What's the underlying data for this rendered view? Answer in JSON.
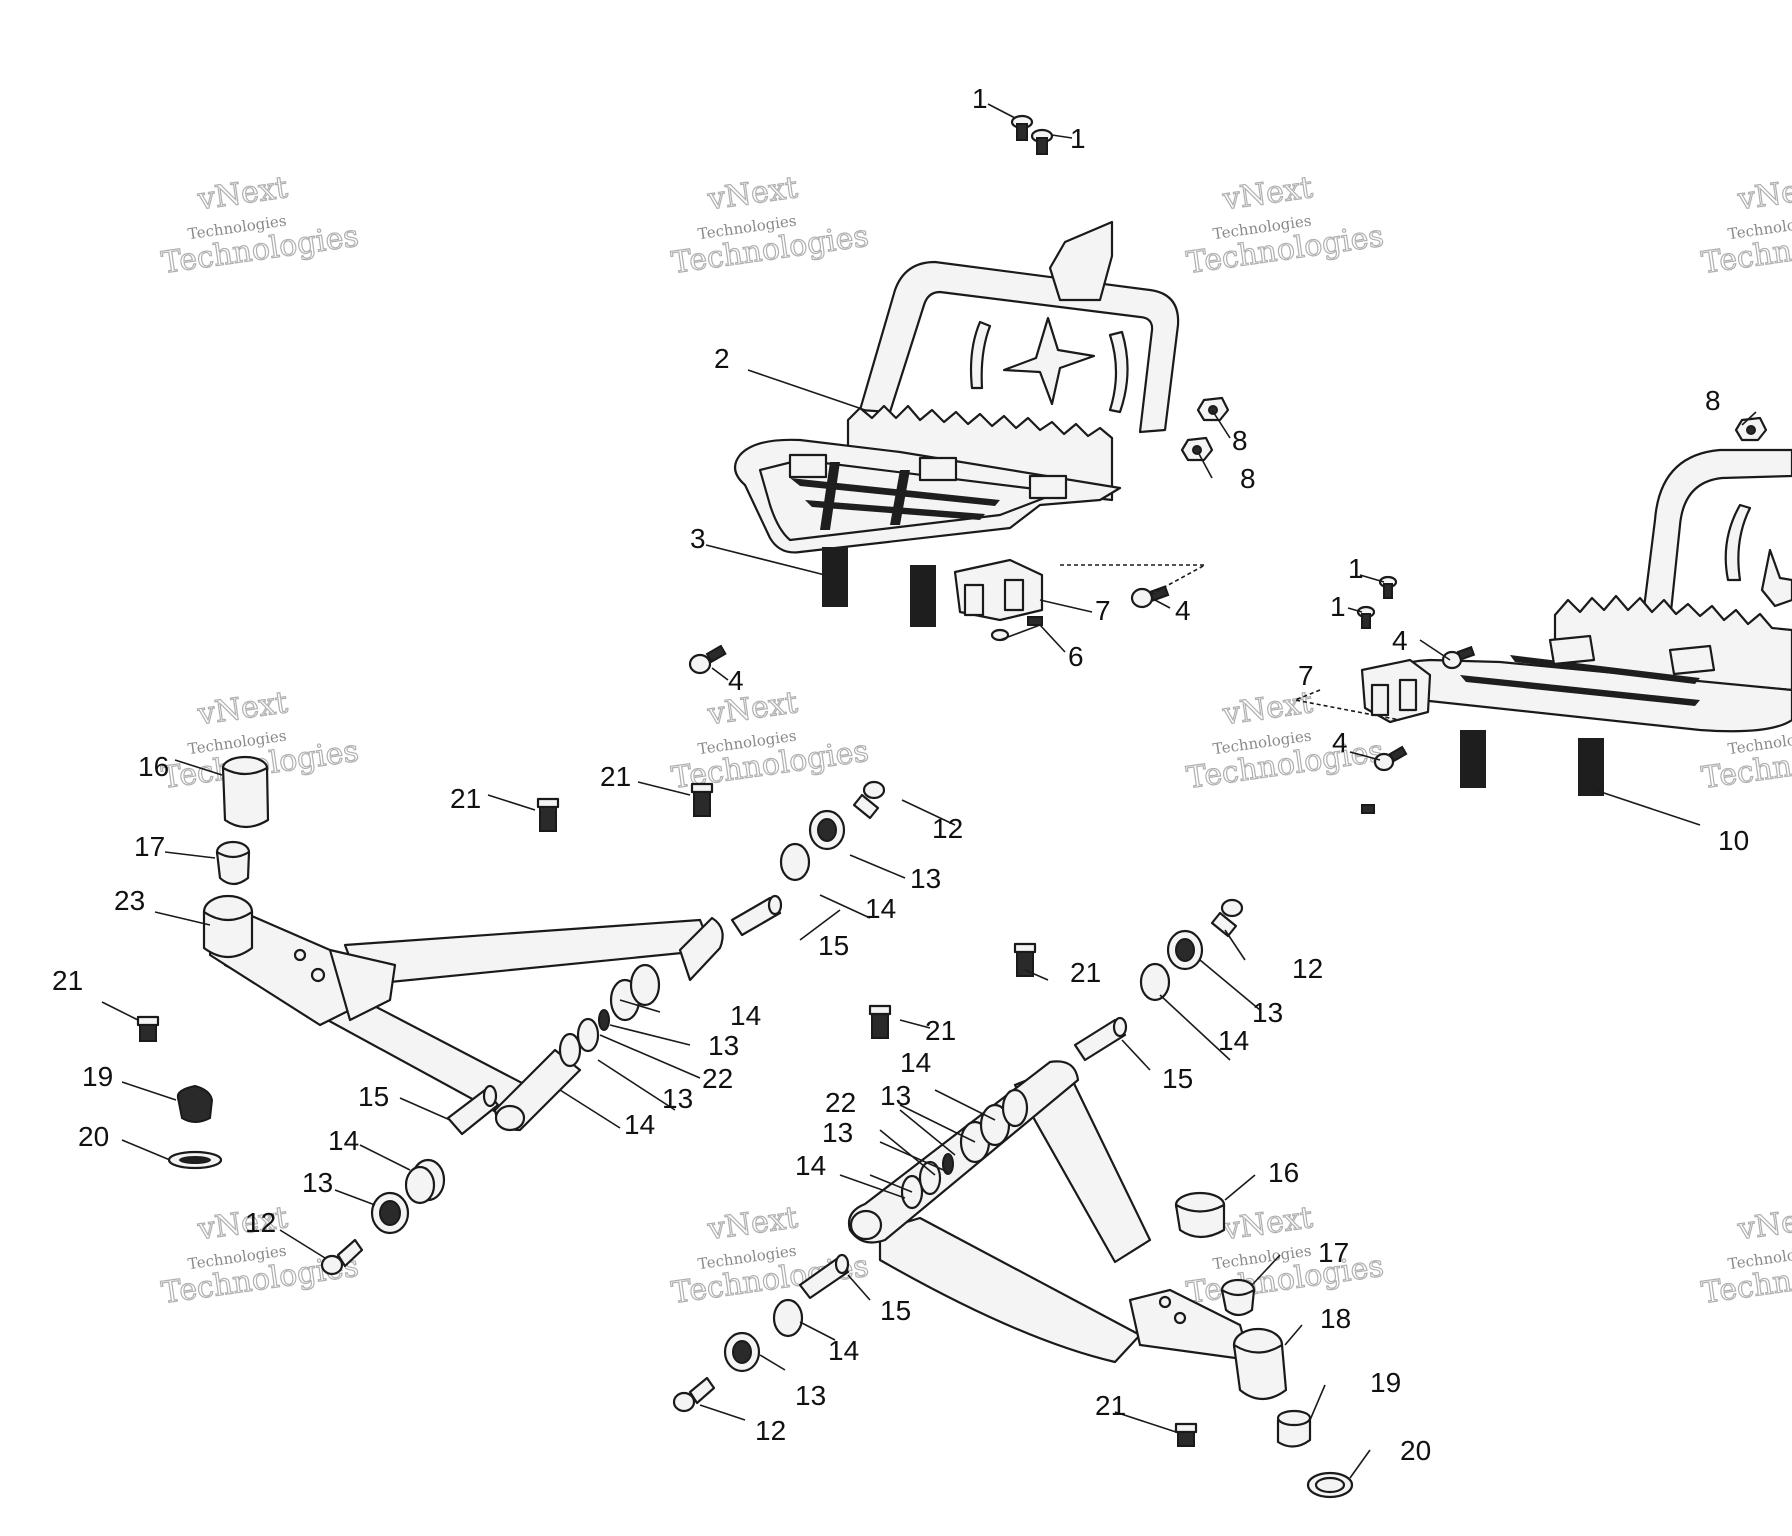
{
  "watermark": {
    "line1": "vNext",
    "line2": "Technologies"
  },
  "callouts": [
    {
      "id": "c1a",
      "label": "1"
    },
    {
      "id": "c1b",
      "label": "1"
    },
    {
      "id": "c1c",
      "label": "1"
    },
    {
      "id": "c1d",
      "label": "1"
    },
    {
      "id": "c2",
      "label": "2"
    },
    {
      "id": "c3",
      "label": "3"
    },
    {
      "id": "c4a",
      "label": "4"
    },
    {
      "id": "c4b",
      "label": "4"
    },
    {
      "id": "c4c",
      "label": "4"
    },
    {
      "id": "c4d",
      "label": "4"
    },
    {
      "id": "c6",
      "label": "6"
    },
    {
      "id": "c7a",
      "label": "7"
    },
    {
      "id": "c7b",
      "label": "7"
    },
    {
      "id": "c8a",
      "label": "8"
    },
    {
      "id": "c8b",
      "label": "8"
    },
    {
      "id": "c8c",
      "label": "8"
    },
    {
      "id": "c10",
      "label": "10"
    },
    {
      "id": "c12a",
      "label": "12"
    },
    {
      "id": "c12b",
      "label": "12"
    },
    {
      "id": "c12c",
      "label": "12"
    },
    {
      "id": "c12d",
      "label": "12"
    },
    {
      "id": "c13a",
      "label": "13"
    },
    {
      "id": "c13b",
      "label": "13"
    },
    {
      "id": "c13c",
      "label": "13"
    },
    {
      "id": "c13d",
      "label": "13"
    },
    {
      "id": "c13e",
      "label": "13"
    },
    {
      "id": "c13f",
      "label": "13"
    },
    {
      "id": "c13g",
      "label": "13"
    },
    {
      "id": "c13h",
      "label": "13"
    },
    {
      "id": "c14a",
      "label": "14"
    },
    {
      "id": "c14b",
      "label": "14"
    },
    {
      "id": "c14c",
      "label": "14"
    },
    {
      "id": "c14d",
      "label": "14"
    },
    {
      "id": "c14e",
      "label": "14"
    },
    {
      "id": "c14f",
      "label": "14"
    },
    {
      "id": "c14g",
      "label": "14"
    },
    {
      "id": "c14h",
      "label": "14"
    },
    {
      "id": "c15a",
      "label": "15"
    },
    {
      "id": "c15b",
      "label": "15"
    },
    {
      "id": "c15c",
      "label": "15"
    },
    {
      "id": "c15d",
      "label": "15"
    },
    {
      "id": "c16a",
      "label": "16"
    },
    {
      "id": "c16b",
      "label": "16"
    },
    {
      "id": "c17a",
      "label": "17"
    },
    {
      "id": "c17b",
      "label": "17"
    },
    {
      "id": "c18",
      "label": "18"
    },
    {
      "id": "c19a",
      "label": "19"
    },
    {
      "id": "c19b",
      "label": "19"
    },
    {
      "id": "c20a",
      "label": "20"
    },
    {
      "id": "c20b",
      "label": "20"
    },
    {
      "id": "c21a",
      "label": "21"
    },
    {
      "id": "c21b",
      "label": "21"
    },
    {
      "id": "c21c",
      "label": "21"
    },
    {
      "id": "c21d",
      "label": "21"
    },
    {
      "id": "c21e",
      "label": "21"
    },
    {
      "id": "c21f",
      "label": "21"
    },
    {
      "id": "c22a",
      "label": "22"
    },
    {
      "id": "c22b",
      "label": "22"
    },
    {
      "id": "c23",
      "label": "23"
    }
  ]
}
